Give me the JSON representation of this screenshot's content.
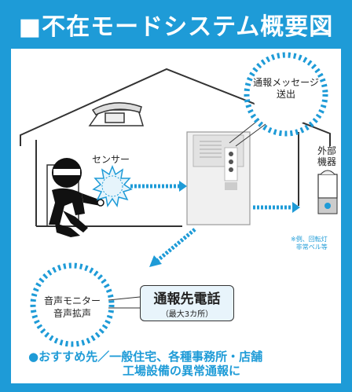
{
  "title": "■不在モードシステム概要図",
  "callout": {
    "line1": "通報メッセージ",
    "line2": "送出"
  },
  "sensor_label": "センサー",
  "external_device": {
    "line1": "外部",
    "line2": "機器"
  },
  "note": {
    "line1": "※例、回転灯",
    "line2": "非常ベル等"
  },
  "monitor": {
    "line1": "音声モニター",
    "line2": "音声拡声"
  },
  "destination": {
    "main": "通報先電話",
    "sub": "（最大3カ所）"
  },
  "footer": {
    "line1": "●おすすめ先／一般住宅、各種事務所・店舗",
    "line2": "工場設備の異常通報に"
  },
  "colors": {
    "frame": "#1e9bd7",
    "accent": "#1e9bd7",
    "panel": "#ffffff"
  }
}
